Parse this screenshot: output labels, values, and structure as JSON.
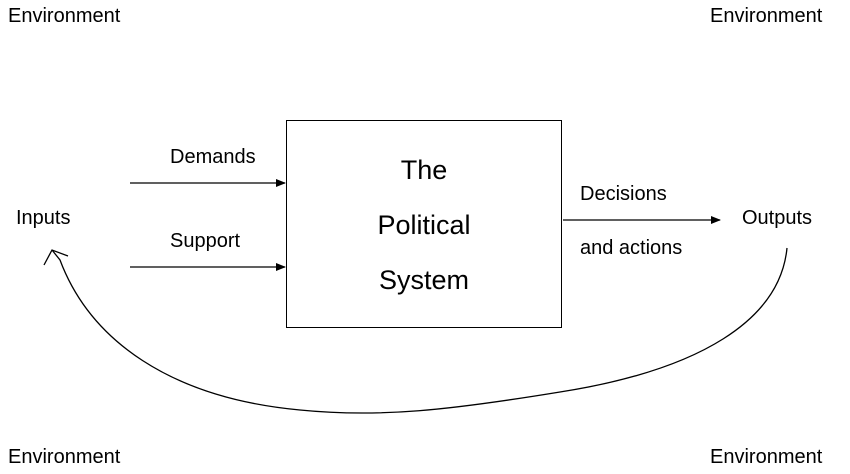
{
  "environment": {
    "top_left": "Environment",
    "top_right": "Environment",
    "bottom_left": "Environment",
    "bottom_right": "Environment"
  },
  "inputs": {
    "label": "Inputs",
    "demands": "Demands",
    "support": "Support"
  },
  "system": {
    "line1": "The",
    "line2": "Political",
    "line3": "System"
  },
  "outputs": {
    "decisions_line1": "Decisions",
    "decisions_line2": "and actions",
    "label": "Outputs"
  },
  "colors": {
    "line": "#000000",
    "background": "#ffffff"
  }
}
